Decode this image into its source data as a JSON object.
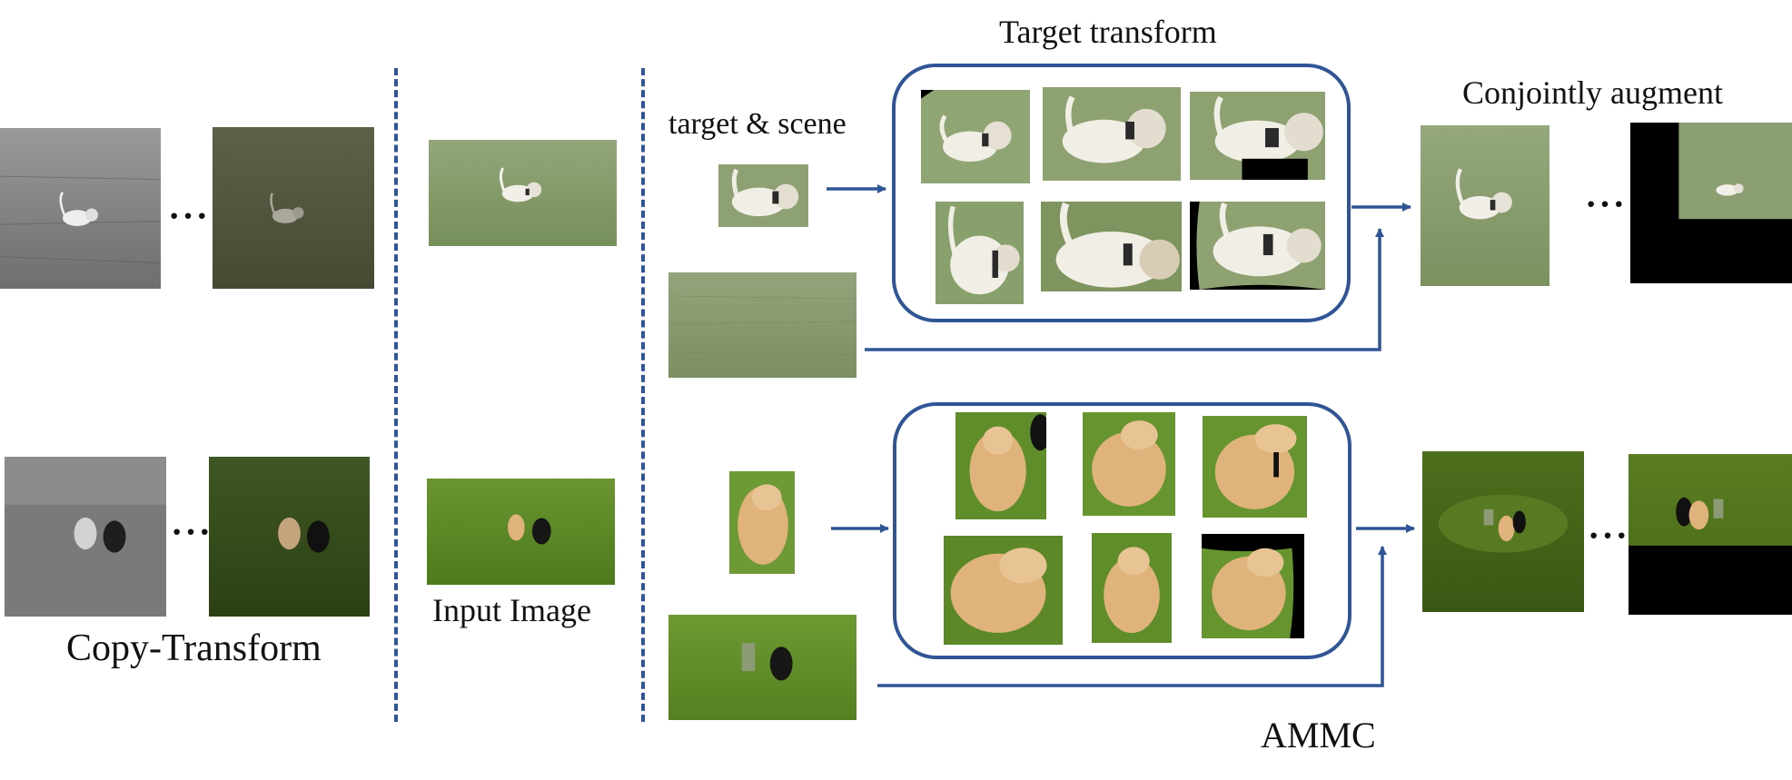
{
  "labels": {
    "target_transform": "Target transform",
    "conjointly_augment": "Conjointly augment",
    "target_scene": "target & scene",
    "input_image": "Input Image",
    "copy_transform": "Copy-Transform",
    "ammc": "AMMC"
  },
  "ellipsis": "···",
  "colors": {
    "arrow": "#2f5597",
    "grass": "#7f9a5e",
    "grass_bright": "#5f8a24",
    "dog": "#eeeae2",
    "cat": "#e0b37c",
    "black_cat": "#1a1a1a"
  }
}
